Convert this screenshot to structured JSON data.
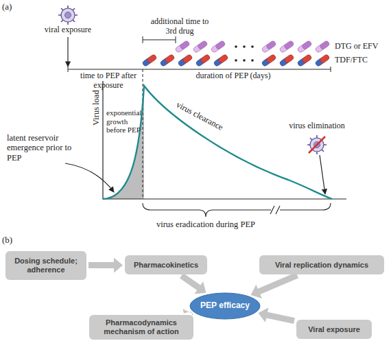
{
  "diagram": {
    "nodes": [
      {
        "text": [
          "Dosing schedule; adherence"
        ]
      },
      {
        "text": [
          "Pharmacokinetics"
        ]
      },
      {
        "text": [
          "Viral replication dynamics"
        ]
      },
      {
        "text": [
          "PEP efficacy"
        ]
      },
      {
        "text": [
          "Pharmacodynamics mechanism of action"
        ]
      },
      {
        "text": [
          "Viral exposure"
        ]
      }
    ],
    "edges": [
      {
        "from": 0,
        "to": 1,
        "arrow": "to"
      },
      {
        "from": 1,
        "to": 3,
        "arrow": "to"
      },
      {
        "from": 2,
        "to": 3,
        "arrow": "to"
      },
      {
        "from": 4,
        "to": 3,
        "arrow": "to"
      },
      {
        "from": 5,
        "to": 3,
        "arrow": "to"
      }
    ],
    "labels": [
      "(a)",
      "viral exposure",
      "additional time to 3rd drug",
      "DTG or EFV",
      "TDF/FTC",
      "time to PEP after exposure",
      "duration of PEP (days)",
      "Virus load",
      "exponential growth before PEP",
      "latent reservoir emergence prior to PEP",
      "virus clearance",
      "virus elimination",
      "virus eradication during PEP",
      "(b)"
    ]
  }
}
